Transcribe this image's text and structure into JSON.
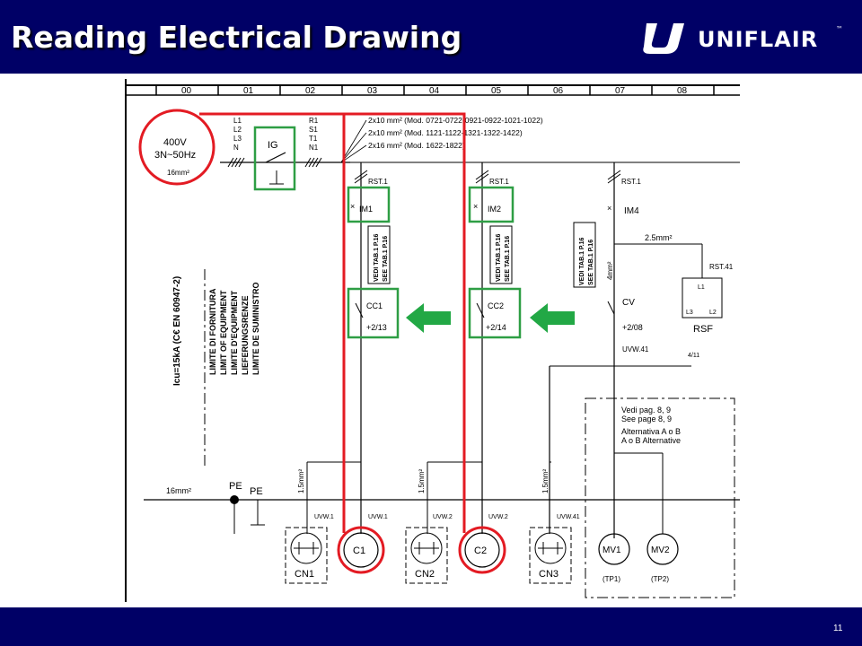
{
  "slide": {
    "title": "Reading Electrical Drawing",
    "page_number": "11"
  },
  "logo": {
    "word": "UNIFLAIR",
    "tm": "™"
  },
  "colors": {
    "header_bg": "#000066",
    "highlight_red": "#e31b23",
    "highlight_green": "#2e9e44",
    "arrow_green": "#22a845"
  },
  "drawing": {
    "columns": [
      "00",
      "01",
      "02",
      "03",
      "04",
      "05",
      "06",
      "07",
      "08"
    ],
    "supply": {
      "voltage": "400V",
      "freq": "3N~50Hz",
      "section": "16mm²"
    },
    "phase_labels": [
      "L1",
      "L2",
      "L3",
      "N"
    ],
    "phase_labels_out": [
      "R1",
      "S1",
      "T1",
      "N1"
    ],
    "cable_notes": [
      "2x10 mm² (Mod. 0721-0722-0921-0922-1021-1022)",
      "2x10 mm² (Mod. 1121-1122-1321-1322-1422)",
      "2x16 mm² (Mod. 1622-1822)"
    ],
    "main_switch": "IG",
    "icu": "Icu=15kA (C€ EN 60947-2)",
    "supply_limit": [
      "LIMITE DI FORNITURA",
      "LIMIT OF EQUIPMENT",
      "LIMITE D'EQUIPMENT",
      "LIEFERUNGSRENZE",
      "LIMITE DE SUMINISTRO"
    ],
    "rst": "RST.1",
    "rst41": "RST.41",
    "breakers": [
      "IM1",
      "IM2",
      "IM4"
    ],
    "contactors": [
      "CC1",
      "CC2",
      "CV"
    ],
    "refs": [
      "+2/13",
      "+2/14",
      "+2/08"
    ],
    "see_tab": [
      "VEDI TAB.1 P.16",
      "SEE TAB.1 P.16"
    ],
    "cv_section": "4mm²",
    "rsf_section": "2.5mm²",
    "rsf": {
      "label": "RSF",
      "l1": "L1",
      "l2": "L2",
      "l3": "L3",
      "ref": "4/11"
    },
    "uvw": [
      "UVW.1",
      "UVW.1",
      "UVW.2",
      "UVW.2",
      "UVW.41",
      "UVW.41"
    ],
    "section_small": "1.5mm²",
    "pe_section": "16mm²",
    "pe_labels": [
      "PE",
      "PE"
    ],
    "capacitors": [
      "CN1",
      "CN2",
      "CN3"
    ],
    "compressors": [
      "C1",
      "C2"
    ],
    "fans": [
      "MV1",
      "MV2"
    ],
    "fan_tp": [
      "(TP1)",
      "(TP2)"
    ],
    "alt_box": [
      "Vedi pag. 8, 9",
      "See page 8, 9",
      "Alternativa A o B",
      "A o B Alternative"
    ]
  }
}
